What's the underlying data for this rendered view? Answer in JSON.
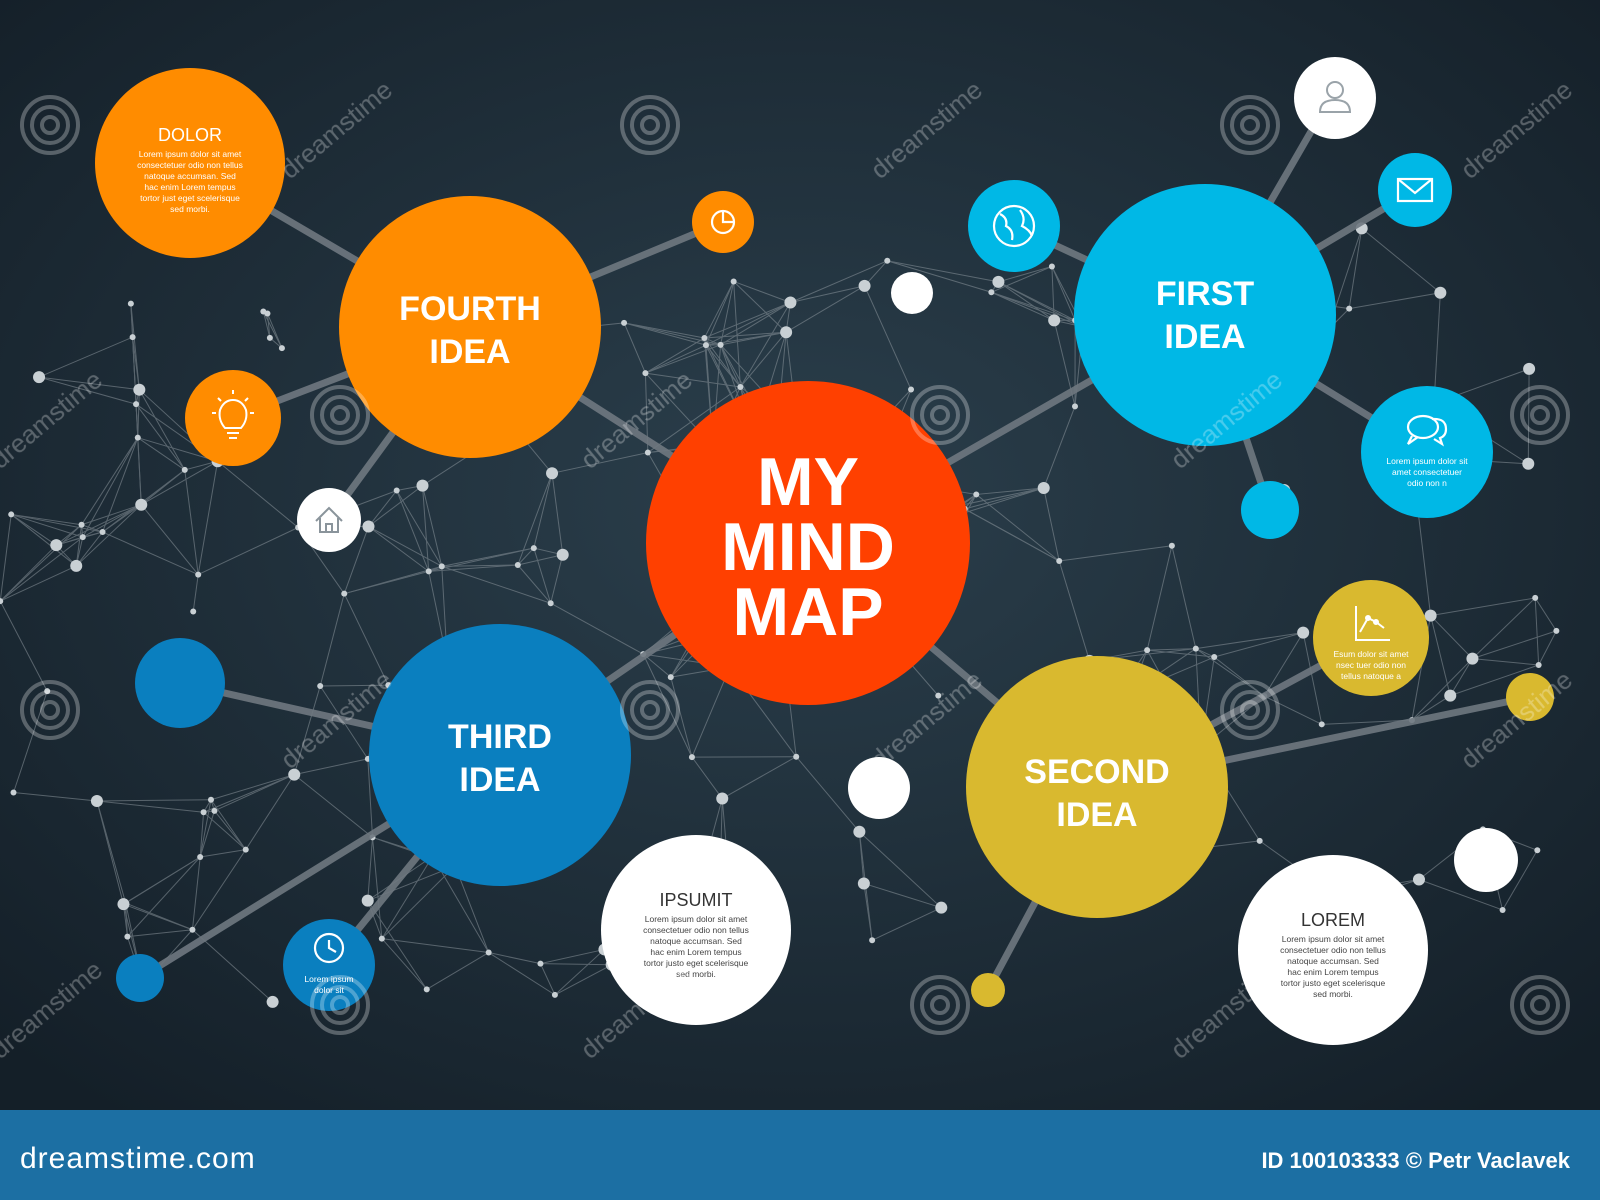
{
  "center": {
    "lines": [
      "MY",
      "MIND",
      "MAP"
    ],
    "color": "#ff4000"
  },
  "ideas": [
    {
      "id": "first",
      "lines": [
        "FIRST",
        "IDEA"
      ],
      "color": "#00b8e6"
    },
    {
      "id": "second",
      "lines": [
        "SECOND",
        "IDEA"
      ],
      "color": "#d9b92f"
    },
    {
      "id": "third",
      "lines": [
        "THIRD",
        "IDEA"
      ],
      "color": "#0a7fbf"
    },
    {
      "id": "fourth",
      "lines": [
        "FOURTH",
        "IDEA"
      ],
      "color": "#ff8c00"
    }
  ],
  "text_bubbles": {
    "dolor": {
      "title": "DOLOR",
      "body": [
        "Lorem ipsum dolor sit amet",
        "consectetuer odio non tellus",
        "natoque accumsan. Sed",
        "hac enim Lorem tempus",
        "tortor just eget scelerisque",
        "sed morbi."
      ]
    },
    "ipsumit": {
      "title": "IPSUMIT",
      "body": [
        "Lorem ipsum dolor sit amet",
        "consectetuer odio non tellus",
        "natoque accumsan. Sed",
        "hac enim Lorem tempus",
        "tortor justo eget scelerisque",
        "sed morbi."
      ]
    },
    "lorem": {
      "title": "LOREM",
      "body": [
        "Lorem ipsum dolor sit amet",
        "consectetuer odio non tellus",
        "natoque accumsan. Sed",
        "hac enim Lorem tempus",
        "tortor justo eget scelerisque",
        "sed morbi."
      ]
    },
    "speech": {
      "body": [
        "Lorem ipsum dolor sit",
        "amet consectetuer",
        "odio non n"
      ]
    },
    "chart": {
      "body": [
        "Esum dolor sit amet",
        "nsec tuer odio non",
        "tellus natoque a"
      ]
    },
    "clock": {
      "body": [
        "Lorem ipsum",
        "dolor sit"
      ]
    }
  },
  "icons": [
    "user-icon",
    "mail-icon",
    "globe-icon",
    "speech-bubble-icon",
    "chart-icon",
    "pie-chart-icon",
    "lightbulb-icon",
    "home-icon",
    "clock-icon"
  ],
  "watermark": "dreamstime",
  "footer": {
    "logo": "dreamstime.com",
    "credit": "ID 100103333 © Petr Vaclavek"
  },
  "colors": {
    "background": "#1b2a35",
    "footer": "#1c6fa3",
    "white": "#ffffff"
  }
}
